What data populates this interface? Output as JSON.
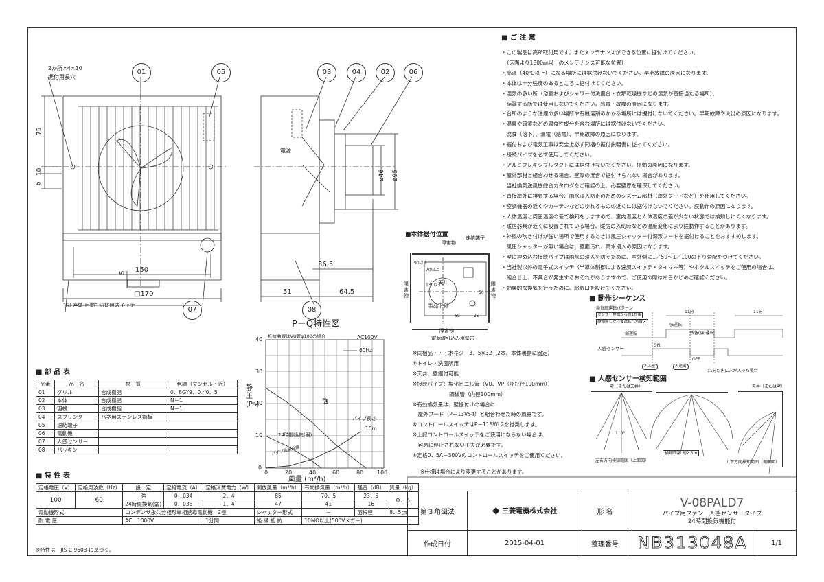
{
  "front_view": {
    "callout_01": "01",
    "callout_05": "05",
    "callout_07": "07",
    "hole_note_line1": "2か所×4×10",
    "hole_note_line2": "据付用長穴",
    "dim_75": "75",
    "dim_10": "10",
    "dim_6": "6",
    "dim_5": "5",
    "dim_150": "150",
    "dim_170": "□170",
    "switch_note": "\"切-連続-自動\" 切替用スイッチ"
  },
  "side_view": {
    "callout_03": "03",
    "callout_04": "04",
    "callout_02": "02",
    "callout_06": "06",
    "callout_08": "08",
    "power_label": "電源",
    "dim_46": "ø46",
    "dim_95": "ø95",
    "dim_51": "51",
    "dim_36_5": "36.5",
    "dim_64_5": "64.5"
  },
  "pq_chart": {
    "title": "P－Q特性図",
    "condition": "抵抗曲線はVU管φ100の場合",
    "supply": "AC100V",
    "legend": "60Hz",
    "ylabel": "静圧(Pa)",
    "xlabel": "風量 (m³/h)",
    "label_strong": "強",
    "label_24h": "24時間換気(弱)",
    "label_pipe_len": "パイプ長さ",
    "label_10m": "10m",
    "label_resistance": "パイプ抵抗曲線",
    "y_ticks": [
      "40",
      "30",
      "20",
      "10",
      "0"
    ],
    "x_ticks": [
      "0",
      "20",
      "40",
      "60",
      "80",
      "100"
    ]
  },
  "chart_data": {
    "type": "line",
    "title": "P－Q特性図",
    "xlabel": "風量 (m³/h)",
    "ylabel": "静圧(Pa)",
    "xlim": [
      0,
      100
    ],
    "ylim": [
      0,
      40
    ],
    "series": [
      {
        "name": "強",
        "x": [
          0,
          20,
          40,
          60,
          85
        ],
        "y": [
          25,
          20,
          14,
          7,
          0
        ]
      },
      {
        "name": "24時間換気(弱)",
        "x": [
          0,
          20,
          40,
          47
        ],
        "y": [
          10,
          6.5,
          2,
          0
        ]
      },
      {
        "name": "10m",
        "x": [
          0,
          20,
          40,
          60,
          80
        ],
        "y": [
          0,
          0.7,
          2.8,
          6.4,
          11.3
        ]
      }
    ]
  },
  "install_position": {
    "title": "■本体据付位置",
    "obstacle_top": "障害物",
    "obstacle_left": "障害物",
    "obstacle_right": "障害物",
    "obstacle_bottom": "障害物",
    "terminal": "速結端子",
    "ceiling": "天井",
    "product_bottom": "製品下側",
    "cable_hole": "電源線引込み用壁穴",
    "dim_70": "70以上",
    "dim_130": "130以上",
    "dim_50": "50",
    "dim_60": "60",
    "dim_25": "25",
    "dim_90": "90以上"
  },
  "accessory_notes": [
    "※同梱品・・・木ネジ　3．5×32（2本、本体裏側に固定）",
    "※トイレ・洗面所用",
    "※天井、壁据付可能",
    "※接続パイプ：塩化ビニル管（VU、VP（呼び径100mm））",
    "　　　　　　　鋼板管（内径100mm）",
    "※有効換気量は、壁据付けの場合に",
    "　屋外フード（P－13VS4）と組合わせた時の風量です。",
    "※コントロールスイッチはP－11SWL2を推奨します。",
    "※上記コントロールスイッチをご使用にならない場合は、",
    "　容易に停止されない工夫が必要です。",
    "※定格0．5A－300Vのコントロールスイッチをご使用ください。"
  ],
  "spec_change_note": "※仕様は場合により変更することがあります。",
  "caution": {
    "title": "■ ご 注 意",
    "items": [
      "・この製品は高所取付用です。またメンテナンスができる位置に据付けてください。",
      "　（床面より1800㎜以上のメンテナンス可能な位置）",
      "・高温（40℃以上）になる場所には据付けないでください。早期故障の原因になります。",
      "・本体は十分強度のあるところに据付けてください。",
      "・湿気の多い所（浴室およびシャワー付洗面台・衣類乾燥機などの湿気が直接当たる場所）、",
      "　結露する所では使用しないでください。感電・故障の原因になります。",
      "・台所のような油煙の多い場所や有機溶剤のかかる場所には据付けないでください。早期故障や火災の原因になります。",
      "・温泉や硫黄などの腐食性成分を含む場所には据付けないでください。",
      "　腐食（落下）、漏電（感電）、早期故障の原因になります。",
      "・据付および電気工事は安全上必ず同梱の据付説明書に従ってください。",
      "・接続パイプを必ず使用してください。",
      "・アルミフレキシブルダクトには据付けないでください。振動の原因になります。",
      "・屋外部材と組合わせる場合、壁厚の度合で据付けられない場合があります。",
      "　当社換気送風機総合カタログをご確認の上、必要壁厚を確保してください。",
      "・直接屋外に排気する場合、雨水浸入防止のためのシステム部材（屋外フードなど）を使用してください。",
      "・空調機器の近くやカーテンなどのゆれるものの近くには据付けないでください。誤動作の原因になります。",
      "・人体温度と周囲温度の差で検知をしますので、室内温度と人体温度の差が少ない状態では検知しにくくなります。",
      "・暖房器具が近くに設置されている場合、暖房の入切時などの温度変化により誤動作することがあります。",
      "・外風の吹き付けが強い場所で使用するときは風圧シャッター付深形フードを据付けることをおすすめします。",
      "　風圧シャッターが無い場合は、壁面汚れ、雨水浸入の原因になります。",
      "・壁に埋め込む接続パイプは雨水の浸入を防ぐために、室外側に1／50～1／100の下り勾配をつけてください。",
      "・当社製以外の電子式スイッチ（半導体制御による速調スイッチ・タイマー等）やホタルスイッチをご使用の場合は、",
      "　組合せ上、不具合が発生するおそれがありますので、ご使用の際はあらかじめご確認ください。",
      "・効果的な換気を行うために、給気口を設けてください。"
    ]
  },
  "sequence": {
    "title": "■ 動作シーケンス",
    "pattern": "換気扇運転パターン",
    "sensor_row1": "センサー検知から約1秒後",
    "sensor_row2": "検知無しから後運転へ切替え",
    "weak": "弱運転",
    "strong": "強運転",
    "after": "残留(強)運転",
    "min11a": "11分",
    "min11b": "11分",
    "sensor": "人感センサー",
    "on": "ON",
    "off": "OFF",
    "person_enter": "人入室",
    "person_exit": "人退出",
    "note": "11分以内に人が入った場合"
  },
  "detection": {
    "title": "■ 人感センサー検知範囲",
    "wall_or_ceiling": "壁（または天井）",
    "wall_or_ceiling_right": "天井（または壁）",
    "cap1": "左右方向検知範囲（上面図）",
    "cap2": "上下方向検知範囲（側面図）",
    "distance": "検知距離 約2.5m",
    "angle110": "110°"
  },
  "parts_table": {
    "title": "■ 部 品 表",
    "headers": [
      "品番",
      "品　名",
      "材　質",
      "色調（マンセル・近）"
    ],
    "rows": [
      [
        "01",
        "グリル",
        "合成樹脂",
        "0．8GY9．0／0．5"
      ],
      [
        "02",
        "本体",
        "合成樹脂",
        "N－1"
      ],
      [
        "03",
        "羽根",
        "合成樹脂",
        "N－1"
      ],
      [
        "04",
        "スプリング",
        "バネ用ステンレス鋼板",
        ""
      ],
      [
        "05",
        "速結端子",
        "",
        ""
      ],
      [
        "06",
        "電動機",
        "",
        ""
      ],
      [
        "07",
        "人感センサー",
        "",
        ""
      ],
      [
        "08",
        "パッキン",
        "",
        ""
      ]
    ]
  },
  "spec_table": {
    "title": "■ 特 性 表",
    "h_voltage": "定格電圧（V）",
    "h_freq": "定格周波数（Hz）",
    "h_setting": "設　定",
    "h_current": "定格電流（A）",
    "h_power": "定格消費電力（W）",
    "h_open_air": "開放風量（m³/h）",
    "h_effective": "有効換気量（m³/h）",
    "h_noise": "騒音（dB）",
    "h_mass": "質量（kg）",
    "voltage": "100",
    "freq": "60",
    "row_strong": [
      "強",
      "0．034",
      "2．4",
      "85",
      "70．5",
      "23．5"
    ],
    "row_weak": [
      "24時間換気(弱)",
      "0．033",
      "1．4",
      "47",
      "41",
      "16"
    ],
    "mass": "0．6",
    "motor_label": "電動機形式",
    "motor_value": "コンデンサ永久分相形単相誘導電動機　2極",
    "shutter_label": "シャッター形式",
    "shutter_value": "－",
    "blade_label": "羽根径",
    "blade_value": "8．5㎝",
    "withstand_label": "耐 電 圧",
    "withstand_value": "AC　1000V",
    "withstand_time": "1分間",
    "insulation_label": "絶 縁 抵 抗",
    "insulation_value": "10MΩ以上(500Vメガー)",
    "footnote": "※特性は　JIS C 9603 に基づく。"
  },
  "title_block": {
    "projection": "第３角図法",
    "company": "三菱電機株式会社",
    "model_label": "形 名",
    "model": "V-08PALD7",
    "description1": "パイプ用ファン　人感センサータイプ",
    "description2": "24時間換気機能付",
    "date_label": "作成日付",
    "date": "2015-04-01",
    "ref_label": "整理番号",
    "ref": "NB313048A",
    "sheet": "1/1"
  }
}
